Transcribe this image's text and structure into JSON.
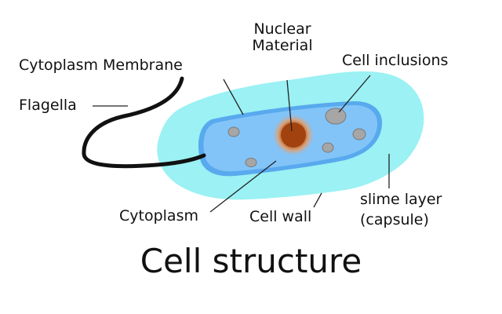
{
  "labels": {
    "cytoplasm_membrane": "Cytoplasm Membrane",
    "flagella": "Flagella",
    "nuclear_material_line1": "Nuclear",
    "nuclear_material_line2": "Material",
    "cell_inclusions": "Cell inclusions",
    "cytoplasm": "Cytoplasm",
    "cell_wall": "Cell wall",
    "slime_layer_line1": "slime layer",
    "slime_layer_line2": "(capsule)"
  },
  "title": "Cell structure",
  "colors": {
    "slime_layer": "#9bf1f3",
    "cell_wall": "#58a9ee",
    "cytoplasm": "#82c4f8",
    "nucleus_outer": "#d9a885",
    "nucleus_core": "#a2430f",
    "inclusions": "#a6a6a6",
    "flagellum": "#111111"
  }
}
